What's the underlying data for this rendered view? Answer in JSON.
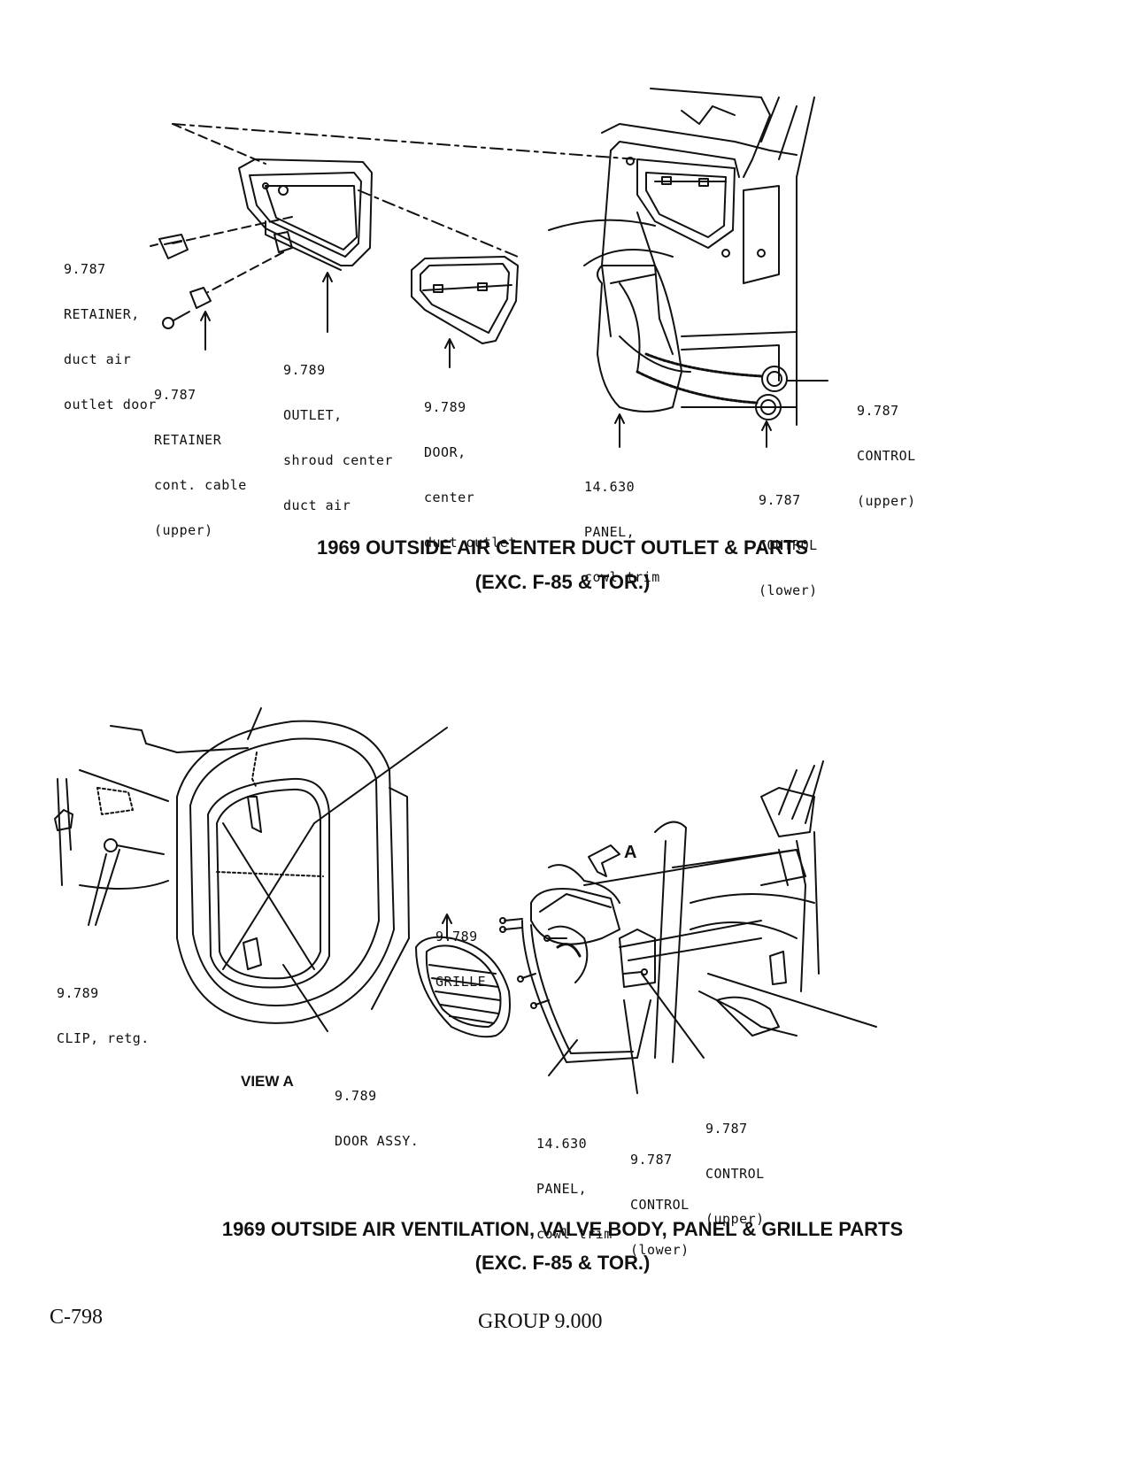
{
  "diagram_1": {
    "caption_line1": "1969 OUTSIDE AIR CENTER DUCT OUTLET & PARTS",
    "caption_line2": "(EXC. F-85 & TOR.)",
    "labels": {
      "retainer_door": [
        "9.787",
        "RETAINER,",
        "duct air",
        "outlet door"
      ],
      "retainer_cable": [
        "9.787",
        "RETAINER",
        "cont. cable",
        "(upper)"
      ],
      "outlet": [
        "9.789",
        "OUTLET,",
        "shroud center",
        "duct air"
      ],
      "door": [
        "9.789",
        "DOOR,",
        "center",
        "duct outlet"
      ],
      "panel": [
        "14.630",
        "PANEL,",
        "cowl trim"
      ],
      "control_upper": [
        "9.787",
        "CONTROL",
        "(upper)"
      ],
      "control_lower": [
        "9.787",
        "CONTROL",
        "(lower)"
      ]
    }
  },
  "diagram_2": {
    "caption_line1": "1969 OUTSIDE AIR VENTILATION, VALVE BODY, PANEL & GRILLE PARTS",
    "caption_line2": "(EXC. F-85 & TOR.)",
    "view_label": "VIEW A",
    "view_marker": "A",
    "labels": {
      "clip": [
        "9.789",
        "CLIP, retg."
      ],
      "door_assy": [
        "9.789",
        "DOOR ASSY."
      ],
      "grille": [
        "9.789",
        "GRILLE"
      ],
      "panel": [
        "14.630",
        "PANEL,",
        "cowl trim"
      ],
      "control_lower": [
        "9.787",
        "CONTROL",
        "(lower)"
      ],
      "control_upper": [
        "9.787",
        "CONTROL",
        "(upper)"
      ]
    }
  },
  "footer": {
    "page_number": "C-798",
    "group": "GROUP 9.000"
  }
}
